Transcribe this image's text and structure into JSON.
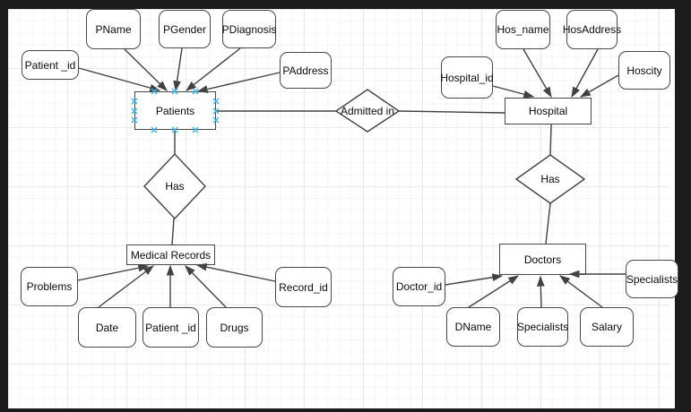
{
  "diagram": {
    "entities": {
      "patients": "Patients",
      "hospital": "Hospital",
      "medical_records": "Medical Records",
      "doctors": "Doctors"
    },
    "relationships": {
      "admitted_in": "Admitted in",
      "has_patients_records": "Has",
      "has_hospital_doctors": "Has"
    },
    "attributes": {
      "patients": {
        "patient_id": "Patient _id",
        "pname": "PName",
        "pgender": "PGender",
        "pdiagnosis": "PDiagnosis",
        "paddress": "PAddress"
      },
      "hospital": {
        "hospital_id": "Hospital_id",
        "hos_name": "Hos_name",
        "hosaddress": "HosAddress",
        "hoscity": "Hoscity"
      },
      "medical_records": {
        "problems": "Problems",
        "date": "Date",
        "patient_id": "Patient _id",
        "drugs": "Drugs",
        "record_id": "Record_id"
      },
      "doctors": {
        "doctor_id": "Doctor_id",
        "dname": "DName",
        "specialists": "Specialists",
        "salary": "Salary",
        "specialists_right": "Specialists"
      }
    },
    "colors": {
      "selection_accent": "#3BB5F2",
      "stroke": "#424242",
      "canvas_bg": "#FFFFFF",
      "frame_bg": "#1C1C1C"
    }
  }
}
